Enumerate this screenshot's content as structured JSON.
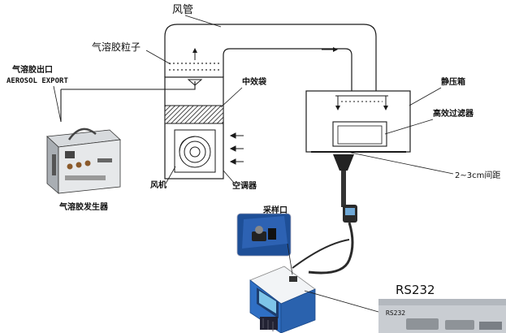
{
  "labels": {
    "duct": "风管",
    "aerosol_particles": "气溶胶粒子",
    "aerosol_outlet_cn": "气溶胶出口",
    "aerosol_outlet_en": "AEROSOL EXPORT",
    "medium_filter": "中效袋",
    "static_box": "静压箱",
    "hepa_filter": "高效过滤器",
    "fan": "风机",
    "ac_unit": "空调器",
    "generator": "气溶胶发生器",
    "distance": "2~3cm间距",
    "sampling_port": "采样口",
    "rs232_title": "RS232",
    "rs232_small": "RS232"
  },
  "colors": {
    "line": "#1a1a1a",
    "device_blue": "#2f6fc4",
    "device_white": "#f2f4f6",
    "screen": "#7ec4e8",
    "metal": "#c9cdd2"
  }
}
